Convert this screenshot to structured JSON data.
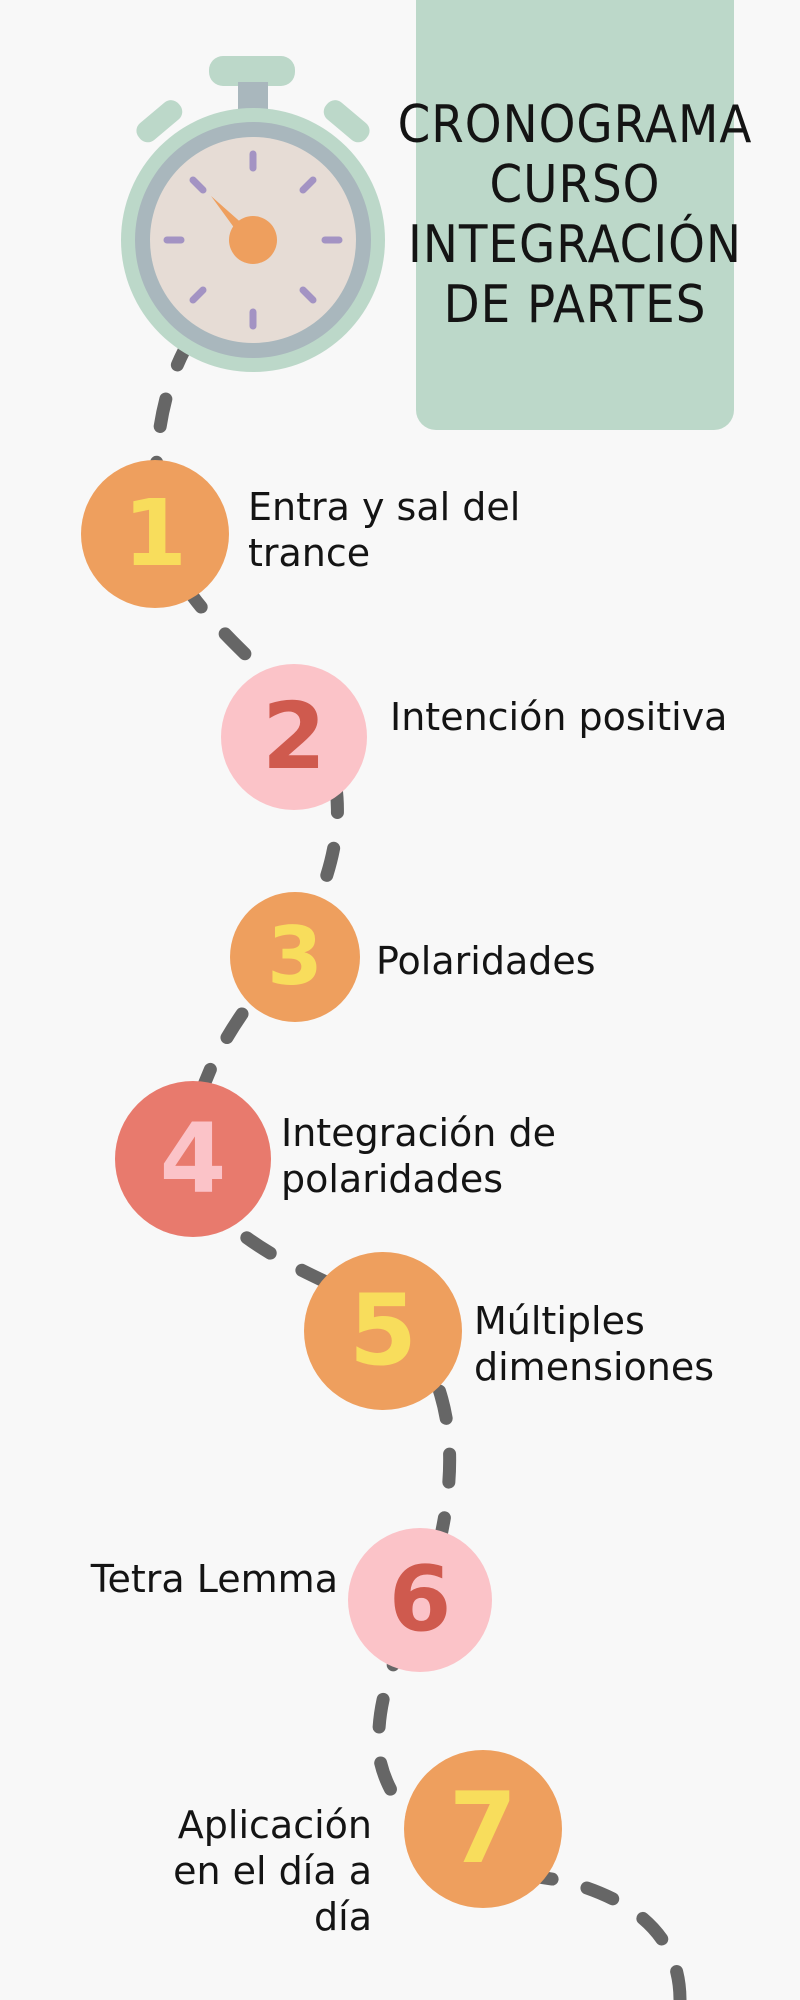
{
  "title": "CRONOGRAMA\nCURSO\nINTEGRACIÓN\nDE PARTES",
  "colors": {
    "title_box": "#bcd8c9",
    "path": "#666666",
    "orange": "#ee9f5e",
    "pink": "#fbc3c8",
    "coral": "#e87a6d",
    "yellow_digit": "#f8dd5c",
    "red_digit": "#cf5a4e",
    "pink_digit": "#fbc3c8"
  },
  "icon": "stopwatch-icon",
  "steps": [
    {
      "number": "1",
      "label": "Entra y sal del\ntrance"
    },
    {
      "number": "2",
      "label": "Intención positiva"
    },
    {
      "number": "3",
      "label": "Polaridades"
    },
    {
      "number": "4",
      "label": "Integración de\npolaridades"
    },
    {
      "number": "5",
      "label": "Múltiples\ndimensiones"
    },
    {
      "number": "6",
      "label": "Tetra Lemma"
    },
    {
      "number": "7",
      "label": "Aplicación\nen el día a\ndía"
    }
  ]
}
